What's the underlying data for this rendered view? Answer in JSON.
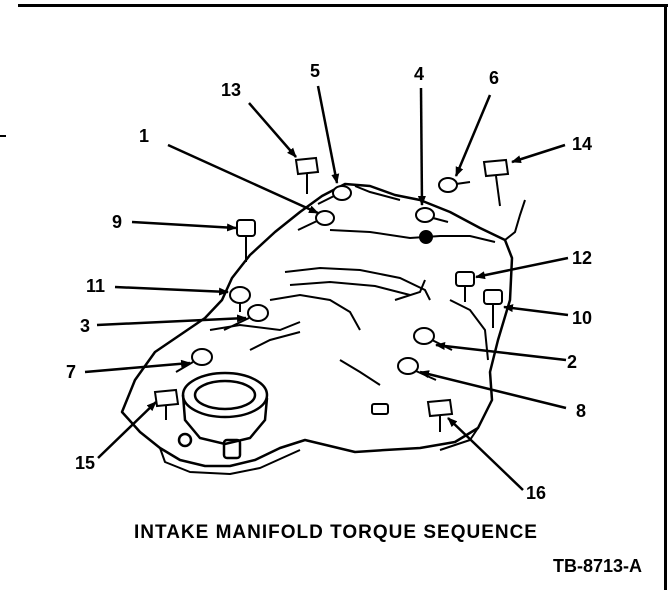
{
  "caption": "INTAKE MANIFOLD TORQUE SEQUENCE",
  "figure_id": "TB-8713-A",
  "callouts": {
    "c1": "1",
    "c2": "2",
    "c3": "3",
    "c4": "4",
    "c5": "5",
    "c6": "6",
    "c7": "7",
    "c8": "8",
    "c9": "9",
    "c10": "10",
    "c11": "11",
    "c12": "12",
    "c13": "13",
    "c14": "14",
    "c15": "15",
    "c16": "16"
  }
}
